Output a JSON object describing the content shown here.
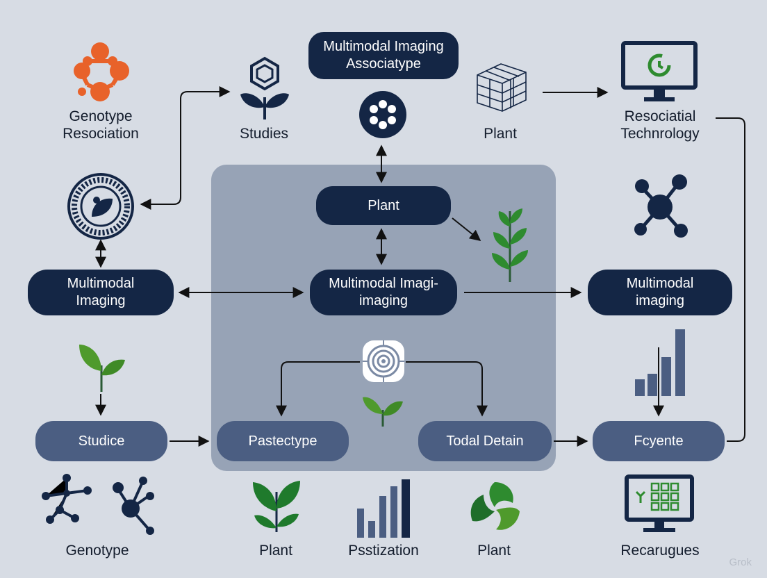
{
  "labels": {
    "genotype_resociation": "Genotype\nResociation",
    "studies": "Studies",
    "plant_top": "Plant",
    "resociatial_technorlogy": "Resociatial\nTechnrology",
    "genotype_bottom": "Genotype",
    "plant_bottom_1": "Plant",
    "pssstization": "Psstization",
    "plant_bottom_2": "Plant",
    "recarugues": "Recarugues"
  },
  "nodes": {
    "multimodal_imaging_associatype": "Multimodal Imaging\nAssociatype",
    "plant_center": "Plant",
    "multimodal_imaging_left": "Multimodal\nImaging",
    "multimodal_imagi_imaging_center": "Multimodal Imagi-\nimaging",
    "multimodal_imaging_right": "Multimodal\nimaging",
    "studice": "Studice",
    "pastectype": "Pastectype",
    "todal_detain": "Todal Detain",
    "fcyente": "Fcyente"
  },
  "watermark": "Grok",
  "icons": {
    "orange_ring": "orange-molecule-ring-icon",
    "hexagon_plant": "hexagon-plant-icon",
    "dot_circle": "dot-circle-icon",
    "wire_cube": "wireframe-cube-icon",
    "monitor_refresh": "monitor-refresh-icon",
    "seal": "seal-leaf-icon",
    "network": "network-node-icon",
    "green_branch": "green-leaf-branch-icon",
    "sprout_left": "green-sprout-icon",
    "target_center": "target-rings-icon",
    "sprout_center": "green-sprout-small-icon",
    "bar_right": "bar-chart-icon",
    "molecule_1": "molecule-branch-icon",
    "molecule_2": "molecule-cluster-icon",
    "plant_bottom": "green-plant-icon",
    "bar_bottom": "bar-chart-bottom-icon",
    "green_swirl": "green-swirl-icon",
    "monitor_grid": "monitor-grid-icon"
  },
  "colors": {
    "dark_navy": "#142645",
    "slate": "#4b5e82",
    "orange": "#e8622a",
    "green": "#2e8b2f",
    "background": "#d7dce4",
    "panel": "#97a3b6"
  }
}
